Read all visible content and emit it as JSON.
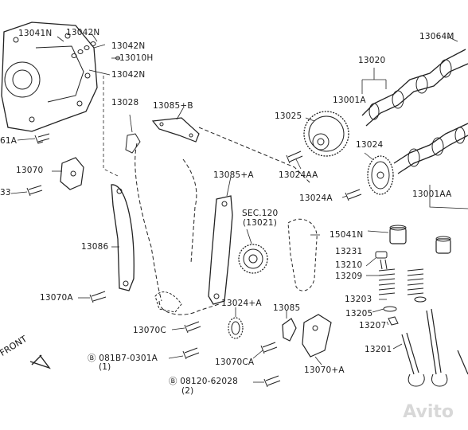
{
  "labels": {
    "l13041N": "13041N",
    "l13042N_a": "13042N",
    "l13042N_b": "13042N",
    "l13010H": "13010H",
    "l13042N_c": "13042N",
    "l13064M": "13064M",
    "l13020": "13020",
    "l13001A": "13001A",
    "l13028": "13028",
    "l13085B": "13085+B",
    "l13025": "13025",
    "l61A": "61A",
    "l13024": "13024",
    "l13024AA": "13024AA",
    "l13001AA": "13001AA",
    "l13070": "13070",
    "l13085A": "13085+A",
    "l33": "33",
    "l13024A": "13024A",
    "lSEC": "SEC.120",
    "lSEC2": "(13021)",
    "l15041N": "15041N",
    "l13086": "13086",
    "l13231": "13231",
    "l13210": "13210",
    "l13209": "13209",
    "l13070A": "13070A",
    "l13203": "13203",
    "l13024pA": "13024+A",
    "l13085": "13085",
    "l13205": "13205",
    "l13207": "13207",
    "l13070C": "13070C",
    "l13201": "13201",
    "l08187": "081B7-0301A",
    "l08187q": "(1)",
    "l13070CA": "13070CA",
    "l08120": "08120-62028",
    "l08120q": "(2)",
    "l13070pA": "13070+A",
    "front": "FRONT",
    "watermark": "Avito"
  }
}
